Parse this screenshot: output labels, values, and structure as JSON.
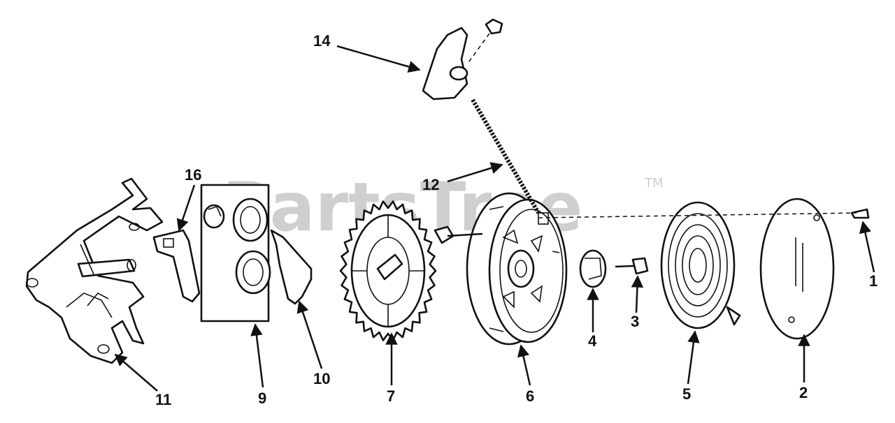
{
  "watermark": {
    "text": "PartsTree",
    "trademark": "TM"
  },
  "callouts": [
    {
      "id": "1",
      "label": "1"
    },
    {
      "id": "2",
      "label": "2"
    },
    {
      "id": "3",
      "label": "3"
    },
    {
      "id": "4",
      "label": "4"
    },
    {
      "id": "5",
      "label": "5"
    },
    {
      "id": "6",
      "label": "6"
    },
    {
      "id": "7",
      "label": "7"
    },
    {
      "id": "9",
      "label": "9"
    },
    {
      "id": "10",
      "label": "10"
    },
    {
      "id": "11",
      "label": "11"
    },
    {
      "id": "12",
      "label": "12"
    },
    {
      "id": "14",
      "label": "14"
    },
    {
      "id": "16",
      "label": "16"
    }
  ]
}
